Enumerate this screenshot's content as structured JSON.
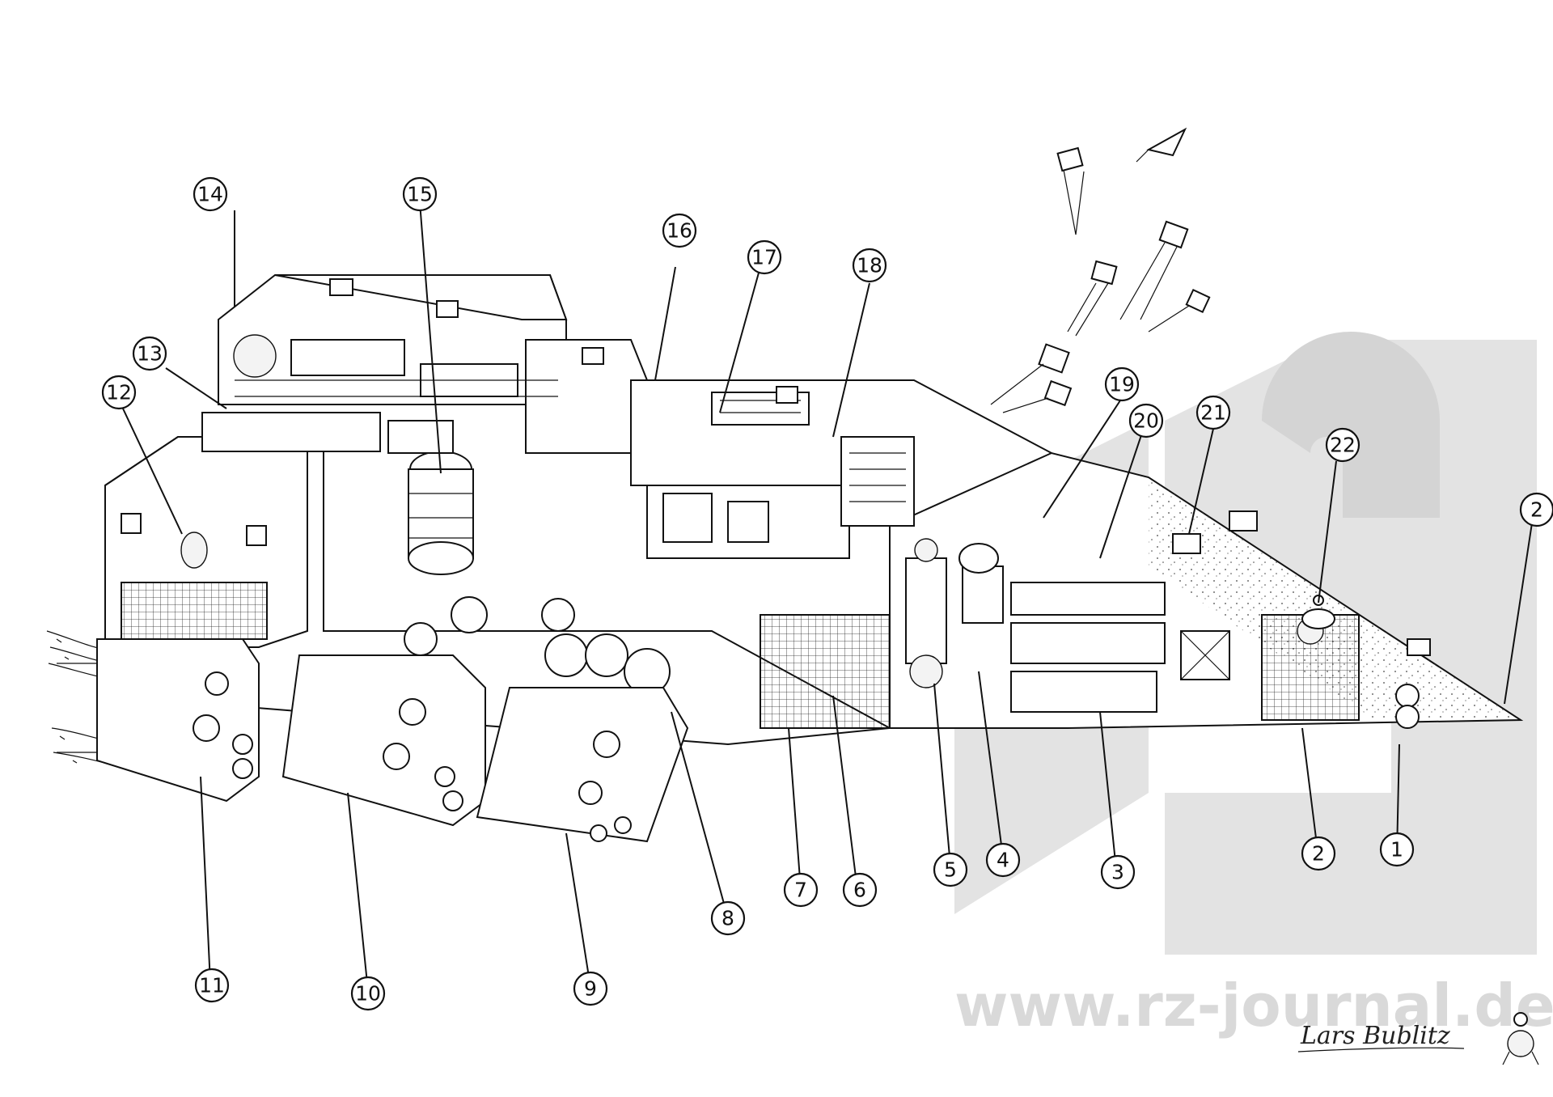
{
  "diagram": {
    "kind": "cutaway-spaceship-illustration",
    "ink_color": "#111111",
    "paper_color": "#ffffff",
    "watermark_color": "#d9d9d9",
    "callouts": [
      {
        "id": "c1",
        "label": "1"
      },
      {
        "id": "c2",
        "label": "2"
      },
      {
        "id": "c2b",
        "label": "2"
      },
      {
        "id": "c3",
        "label": "3"
      },
      {
        "id": "c4",
        "label": "4"
      },
      {
        "id": "c5",
        "label": "5"
      },
      {
        "id": "c6",
        "label": "6"
      },
      {
        "id": "c7",
        "label": "7"
      },
      {
        "id": "c8",
        "label": "8"
      },
      {
        "id": "c9",
        "label": "9"
      },
      {
        "id": "c10",
        "label": "10"
      },
      {
        "id": "c11",
        "label": "11"
      },
      {
        "id": "c12",
        "label": "12"
      },
      {
        "id": "c13",
        "label": "13"
      },
      {
        "id": "c14",
        "label": "14"
      },
      {
        "id": "c15",
        "label": "15"
      },
      {
        "id": "c16",
        "label": "16"
      },
      {
        "id": "c17",
        "label": "17"
      },
      {
        "id": "c18",
        "label": "18"
      },
      {
        "id": "c19",
        "label": "19"
      },
      {
        "id": "c20",
        "label": "20"
      },
      {
        "id": "c21",
        "label": "21"
      },
      {
        "id": "c22",
        "label": "22"
      }
    ]
  },
  "watermark": {
    "logo": "rz-logo",
    "url_text": "www.rz-journal.de"
  },
  "signature": {
    "text": "Lars Bublitz"
  }
}
